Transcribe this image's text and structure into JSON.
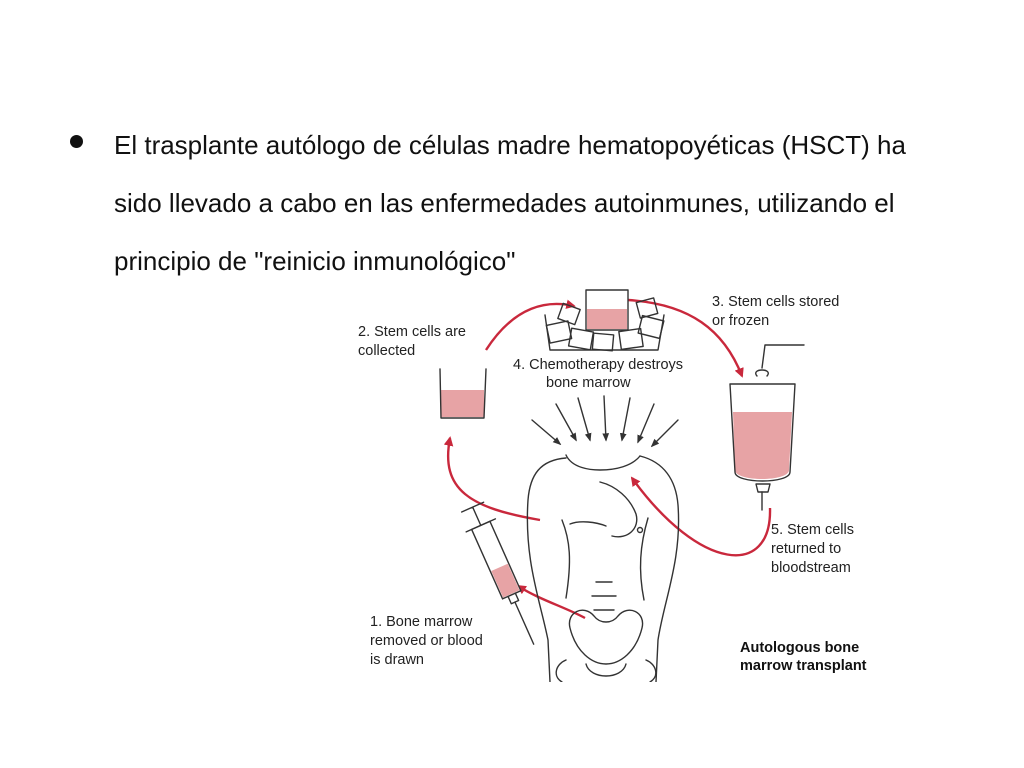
{
  "slide": {
    "bullet_text": "El trasplante autólogo de células madre hematopoyéticas (HSCT) ha sido llevado a cabo en las enfermedades autoinmunes, utilizando el principio de \"reinicio inmunológico\""
  },
  "diagram": {
    "steps": {
      "collected": [
        "2. Stem cells are",
        "collected"
      ],
      "stored": [
        "3. Stem cells stored",
        "or frozen"
      ],
      "chemo": [
        "4. Chemotherapy destroys",
        "bone marrow"
      ],
      "returned": [
        "5. Stem cells",
        "returned to",
        "bloodstream"
      ],
      "removed": [
        "1. Bone marrow",
        "removed or blood",
        "is drawn"
      ]
    },
    "caption": [
      "Autologous bone",
      "marrow transplant"
    ]
  },
  "colors": {
    "arrow": "#c9283c",
    "fluid": "#e7a3a5",
    "line": "#333333"
  }
}
